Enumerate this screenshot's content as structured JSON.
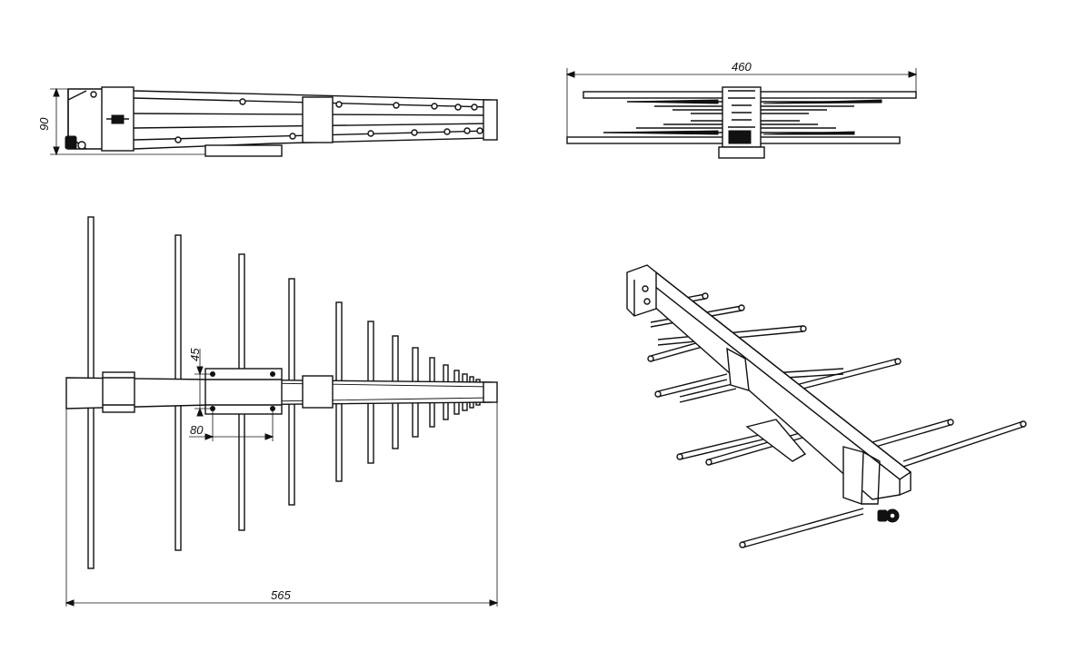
{
  "dimensions": {
    "height_side": "90",
    "width_front": "460",
    "element_spacing": "45",
    "plate_width": "80",
    "total_length": "565"
  },
  "colors": {
    "line": "#111111",
    "background": "#ffffff"
  }
}
